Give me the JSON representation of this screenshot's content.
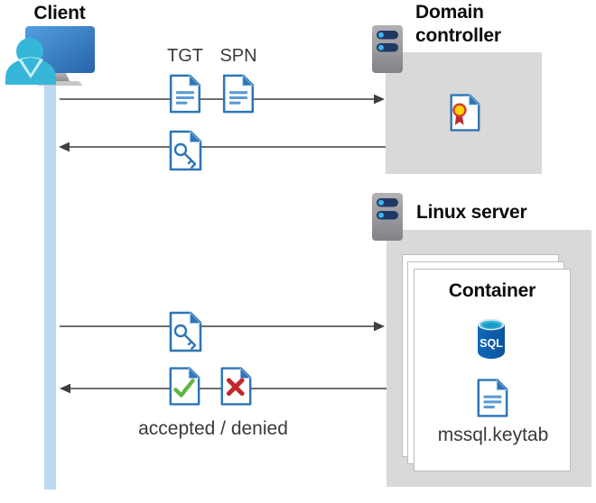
{
  "client": {
    "label": "Client"
  },
  "domain_controller": {
    "label": "Domain controller"
  },
  "linux_server": {
    "label": "Linux server"
  },
  "container": {
    "label": "Container",
    "keytab_label": "mssql.keytab"
  },
  "sql_database": {
    "label": "SQL"
  },
  "flow": {
    "tgt_label": "TGT",
    "spn_label": "SPN",
    "result_label": "accepted / denied"
  },
  "icons": {
    "client": "user-at-monitor-icon",
    "domain_controller": "server-rack-icon",
    "linux_server": "server-rack-icon",
    "tgt": "ticket-document-icon",
    "spn": "ticket-document-icon",
    "service_ticket": "key-document-icon",
    "certificate": "certificate-document-icon",
    "accepted": "check-document-icon",
    "denied": "cross-document-icon",
    "sql": "sql-database-cylinder-icon",
    "keytab": "text-document-icon"
  },
  "colors": {
    "doc_border_blue": "#2e75b6",
    "doc_line_blue": "#5b9bd5",
    "fold_light_blue": "#9dc3e6",
    "box_gray": "#d9d9d9",
    "arrow_gray": "#3f3f3f",
    "lifeline_blue": "#bcd8f3",
    "check_green": "#62b544",
    "cross_red": "#c0282d",
    "cert_gold": "#ffd400",
    "cert_ring_red": "#d43f31",
    "sql_body_blue": "#0f5fb0",
    "sql_top_cyan": "#35b9dd",
    "person_cyan": "#36b7d9",
    "monitor_blue": "#3c87cf",
    "server_pill_navy": "#203864",
    "server_dot_cyan": "#41b6e8"
  }
}
